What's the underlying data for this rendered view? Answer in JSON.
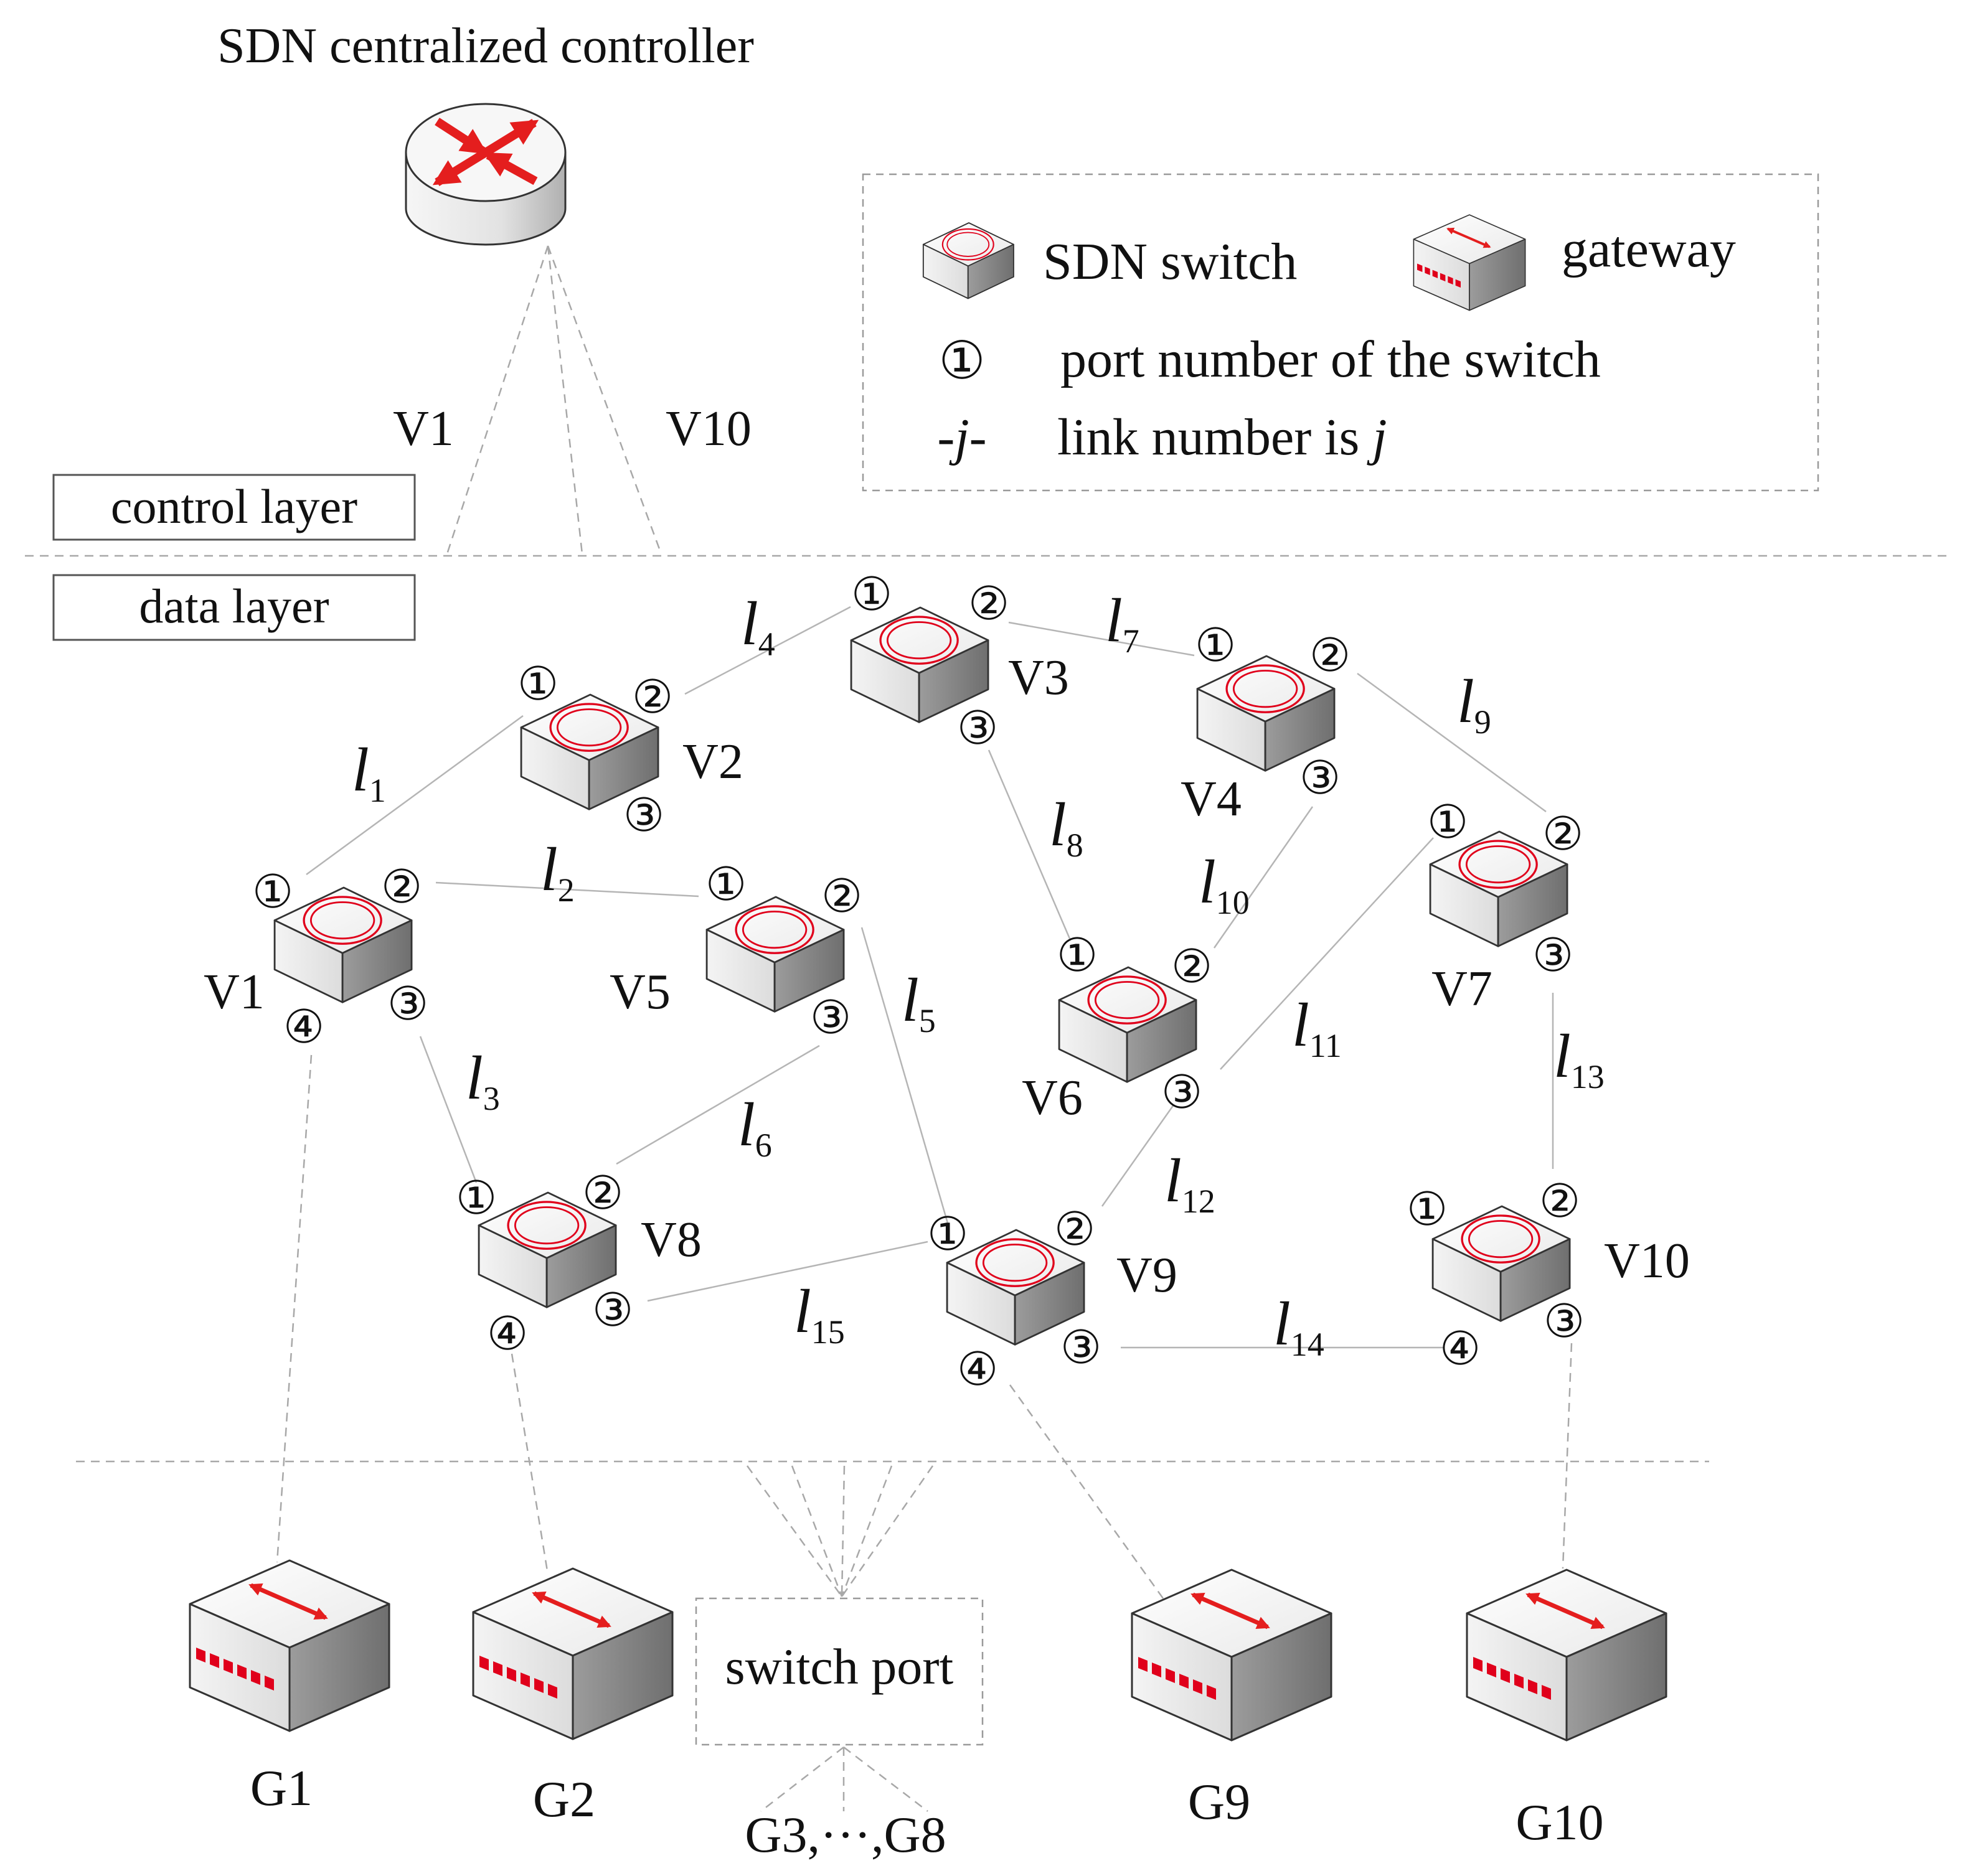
{
  "controller": {
    "title": "SDN centralized controller",
    "icon": "router-icon"
  },
  "controller_links": {
    "left_label": "V1",
    "right_label": "V10"
  },
  "legend": {
    "switch_label": "SDN switch",
    "gateway_label": "gateway",
    "port_symbol": "①",
    "port_desc": "port number of the switch",
    "link_symbol": "-j-",
    "link_desc_prefix": "link number is ",
    "link_desc_var": "j"
  },
  "layers": {
    "control": "control layer",
    "data": "data layer"
  },
  "switches": [
    {
      "id": "V1",
      "ports": [
        "①",
        "②",
        "③",
        "④"
      ]
    },
    {
      "id": "V2",
      "ports": [
        "①",
        "②",
        "③"
      ]
    },
    {
      "id": "V3",
      "ports": [
        "①",
        "②",
        "③"
      ]
    },
    {
      "id": "V4",
      "ports": [
        "①",
        "②",
        "③"
      ]
    },
    {
      "id": "V5",
      "ports": [
        "①",
        "②",
        "③"
      ]
    },
    {
      "id": "V6",
      "ports": [
        "①",
        "②",
        "③"
      ]
    },
    {
      "id": "V7",
      "ports": [
        "①",
        "②",
        "③"
      ]
    },
    {
      "id": "V8",
      "ports": [
        "①",
        "②",
        "③",
        "④"
      ]
    },
    {
      "id": "V9",
      "ports": [
        "①",
        "②",
        "③",
        "④"
      ]
    },
    {
      "id": "V10",
      "ports": [
        "①",
        "②",
        "③",
        "④"
      ]
    }
  ],
  "links": [
    {
      "letter": "l",
      "sub": "1",
      "from": "V1",
      "to": "V2"
    },
    {
      "letter": "l",
      "sub": "2",
      "from": "V1",
      "to": "V5"
    },
    {
      "letter": "l",
      "sub": "3",
      "from": "V1",
      "to": "V8"
    },
    {
      "letter": "l",
      "sub": "4",
      "from": "V2",
      "to": "V3"
    },
    {
      "letter": "l",
      "sub": "5",
      "from": "V5",
      "to": "V9"
    },
    {
      "letter": "l",
      "sub": "6",
      "from": "V5",
      "to": "V8"
    },
    {
      "letter": "l",
      "sub": "7",
      "from": "V3",
      "to": "V4"
    },
    {
      "letter": "l",
      "sub": "8",
      "from": "V3",
      "to": "V6"
    },
    {
      "letter": "l",
      "sub": "9",
      "from": "V4",
      "to": "V7"
    },
    {
      "letter": "l",
      "sub": "10",
      "from": "V4",
      "to": "V6"
    },
    {
      "letter": "l",
      "sub": "11",
      "from": "V6",
      "to": "V7"
    },
    {
      "letter": "l",
      "sub": "12",
      "from": "V6",
      "to": "V9"
    },
    {
      "letter": "l",
      "sub": "13",
      "from": "V7",
      "to": "V10"
    },
    {
      "letter": "l",
      "sub": "14",
      "from": "V9",
      "to": "V10"
    },
    {
      "letter": "l",
      "sub": "15",
      "from": "V8",
      "to": "V9"
    }
  ],
  "gateways": [
    {
      "id": "G1",
      "label": "G1"
    },
    {
      "id": "G2",
      "label": "G2"
    },
    {
      "id": "G9",
      "label": "G9"
    },
    {
      "id": "G10",
      "label": "G10"
    }
  ],
  "switch_port_box": {
    "label": "switch port",
    "gateways_label": "G3,···,G8"
  },
  "colors": {
    "accent": "#e41e1e",
    "port_red": "#e0001b",
    "line": "#b5b5b5"
  }
}
